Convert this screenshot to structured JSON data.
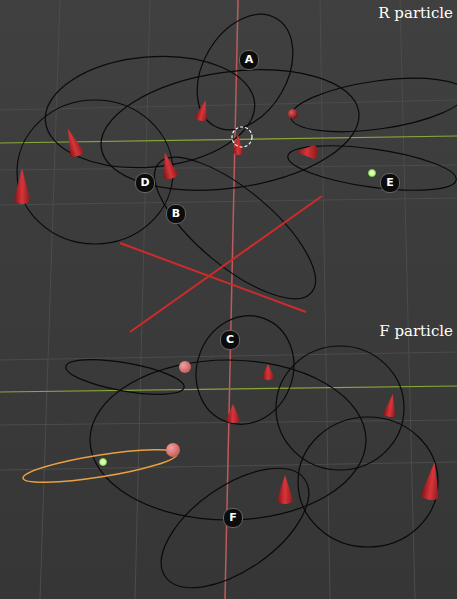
{
  "diagram": {
    "labels": [
      "R particle",
      "A",
      "D",
      "B",
      "E",
      "F particle",
      "C",
      "F"
    ]
  }
}
